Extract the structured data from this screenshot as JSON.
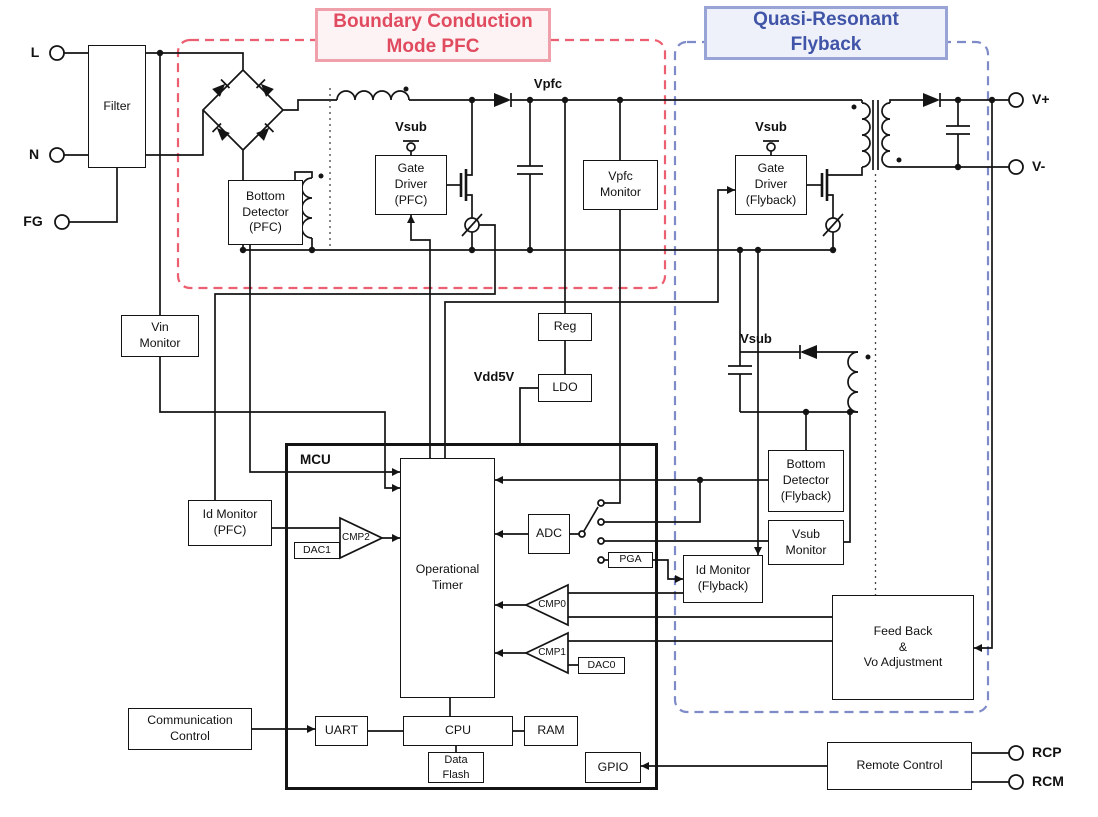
{
  "colors": {
    "pfc_accent": "#e14b5f",
    "pfc_border": "#f0a0ab",
    "pfc_bg": "#fdf3f4",
    "pfc_dash": "#ec5f70",
    "flyback_accent": "#4054a8",
    "flyback_border": "#98a3d6",
    "flyback_bg": "#eef1fa",
    "flyback_dash": "#7e8bc8",
    "line": "#141414"
  },
  "regions": {
    "pfc": {
      "l1": "Boundary Conduction",
      "l2": "Mode PFC"
    },
    "flyback": {
      "l1": "Quasi-Resonant",
      "l2": "Flyback"
    }
  },
  "terminals": {
    "l": "L",
    "n": "N",
    "fg": "FG",
    "vplus": "V+",
    "vminus": "V-",
    "rcp": "RCP",
    "rcm": "RCM"
  },
  "nets": {
    "vpfc": "Vpfc",
    "vsub_pfc": "Vsub",
    "vsub_flyback": "Vsub",
    "vsub_aux": "Vsub",
    "vdd5v": "Vdd5V"
  },
  "blocks": {
    "filter": {
      "l1": "Filter"
    },
    "bottom_detector_pfc": {
      "l1": "Bottom",
      "l2": "Detector",
      "l3": "(PFC)"
    },
    "gate_driver_pfc": {
      "l1": "Gate",
      "l2": "Driver",
      "l3": "(PFC)"
    },
    "vpfc_monitor": {
      "l1": "Vpfc",
      "l2": "Monitor"
    },
    "vin_monitor": {
      "l1": "Vin",
      "l2": "Monitor"
    },
    "reg": {
      "l1": "Reg"
    },
    "ldo": {
      "l1": "LDO"
    },
    "mcu": {
      "l1": "MCU"
    },
    "operational_timer": {
      "l1": "Operational",
      "l2": "Timer"
    },
    "id_monitor_pfc": {
      "l1": "Id Monitor",
      "l2": "(PFC)"
    },
    "dac1": {
      "l1": "DAC1"
    },
    "cmp2": {
      "l1": "CMP2"
    },
    "adc": {
      "l1": "ADC"
    },
    "pga": {
      "l1": "PGA"
    },
    "cmp0": {
      "l1": "CMP0"
    },
    "cmp1": {
      "l1": "CMP1"
    },
    "dac0": {
      "l1": "DAC0"
    },
    "uart": {
      "l1": "UART"
    },
    "cpu": {
      "l1": "CPU"
    },
    "ram": {
      "l1": "RAM"
    },
    "data_flash": {
      "l1": "Data",
      "l2": "Flash"
    },
    "gpio": {
      "l1": "GPIO"
    },
    "communication_control": {
      "l1": "Communication",
      "l2": "Control"
    },
    "gate_driver_flyback": {
      "l1": "Gate",
      "l2": "Driver",
      "l3": "(Flyback)"
    },
    "bottom_detector_flyback": {
      "l1": "Bottom",
      "l2": "Detector",
      "l3": "(Flyback)"
    },
    "vsub_monitor": {
      "l1": "Vsub",
      "l2": "Monitor"
    },
    "id_monitor_flyback": {
      "l1": "Id Monitor",
      "l2": "(Flyback)"
    },
    "feedback_vo_adjustment": {
      "l1": "Feed Back",
      "l2": "&",
      "l3": "Vo Adjustment"
    },
    "remote_control": {
      "l1": "Remote Control"
    }
  }
}
